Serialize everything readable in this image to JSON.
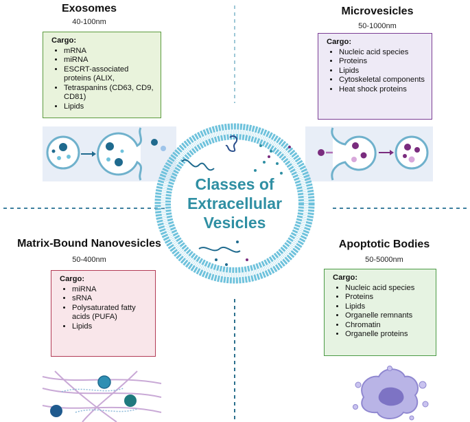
{
  "center": {
    "line1": "Classes of",
    "line2": "Extracellular",
    "line3": "Vesicles"
  },
  "quadrants": {
    "exosomes": {
      "title": "Exosomes",
      "size": "40-100nm",
      "cargo_label": "Cargo:",
      "items": [
        "mRNA",
        "miRNA",
        "ESCRT-associated proteins (ALIX,",
        "Tetraspanins (CD63, CD9, CD81)",
        "Lipids"
      ]
    },
    "microvesicles": {
      "title": "Microvesicles",
      "size": "50-1000nm",
      "cargo_label": "Cargo:",
      "items": [
        "Nucleic acid species",
        "Proteins",
        "Lipids",
        "Cytoskeletal components",
        "Heat shock proteins"
      ]
    },
    "matrix": {
      "title": "Matrix-Bound Nanovesicles",
      "size": "50-400nm",
      "cargo_label": "Cargo:",
      "items": [
        "miRNA",
        "sRNA",
        "Polysaturated fatty acids (PUFA)",
        "Lipids"
      ]
    },
    "apoptotic": {
      "title": "Apoptotic Bodies",
      "size": "50-5000nm",
      "cargo_label": "Cargo:",
      "items": [
        "Nucleic acid species",
        "Proteins",
        "Lipids",
        "Organelle remnants",
        "Chromatin",
        "Organelle proteins"
      ]
    }
  },
  "colors": {
    "accent_teal": "#2f8fa3",
    "membrane": "#6fc2dc",
    "exosome_box_border": "#5a9a3c",
    "microvesicle_box_border": "#7a3c94",
    "matrix_box_border": "#b23a55",
    "apoptotic_box_border": "#4a9a44"
  }
}
